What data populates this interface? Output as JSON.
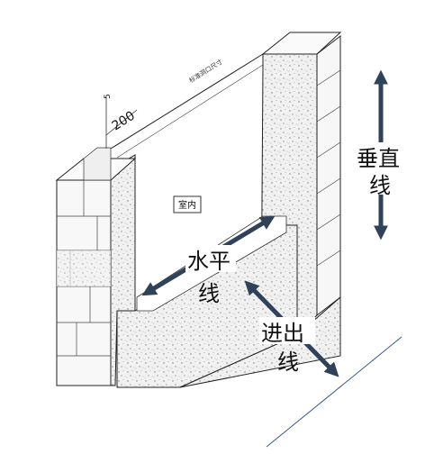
{
  "diagram": {
    "top_note": "标准洞口尺寸",
    "dim_200": "200",
    "dim_side": "5",
    "room_label": "室内",
    "label_horizontal_1": "水平",
    "label_horizontal_2": "线",
    "label_vertical_1": "垂直",
    "label_vertical_2": "线",
    "label_inout_1": "进出",
    "label_inout_2": "线",
    "colors": {
      "arrow": "#2f4259",
      "line": "#222222",
      "mortar": "#e9e9e9",
      "diag_line": "#3b5a8a"
    }
  }
}
